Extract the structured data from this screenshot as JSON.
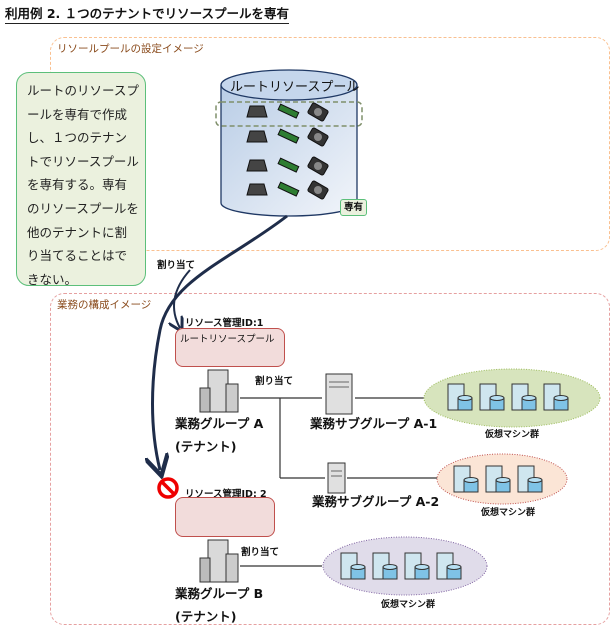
{
  "title": "利用例 2. １つのテナントでリソースプールを専有",
  "config_frame": {
    "label": "リソールプールの設定イメージ"
  },
  "note": {
    "text": "ルートのリソースプールを専有で作成し、１つのテナントでリソースプールを専有する。専有のリソースプールを他のテナントに割り当てることはできない。"
  },
  "pool": {
    "title": "ルートリソースプール",
    "badge": "専有",
    "resource_icons": [
      "cpu-icon",
      "memory-icon",
      "disk-icon"
    ],
    "rows": 4
  },
  "allocate_label": "割り当て",
  "biz_frame": {
    "label": "業務の構成イメージ"
  },
  "rm1": {
    "label": "リソース管理ID:1",
    "pool_name": "ルートリソースプール"
  },
  "rm2": {
    "label": "リソース管理ID: 2",
    "status": "prohibited"
  },
  "group_a": {
    "name": "業務グループ A",
    "sub": "(テナント)",
    "allocate": "割り当て"
  },
  "group_b": {
    "name": "業務グループ B",
    "sub": "(テナント)",
    "allocate": "割り当て"
  },
  "sub_a1": {
    "name": "業務サブグループ A-1",
    "vm_label": "仮想マシン群",
    "vm_count": 4,
    "color": "#d7e4bd"
  },
  "sub_a2": {
    "name": "業務サブグループ A-2",
    "vm_label": "仮想マシン群",
    "vm_count": 3,
    "color": "#fbe5d6"
  },
  "vm_b": {
    "vm_label": "仮想マシン群",
    "vm_count": 4,
    "color": "#e0dcea"
  },
  "colors": {
    "config_frame": "#fac090",
    "biz_frame": "#e6a0a0",
    "note_border": "#5cbf7a",
    "arrow": "#1f2d4a"
  }
}
